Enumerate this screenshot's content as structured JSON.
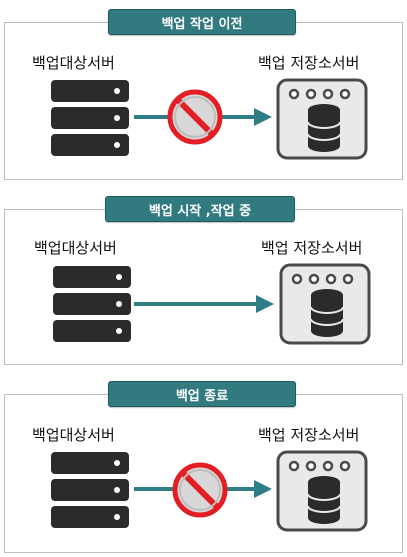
{
  "sections": [
    {
      "title": "백업 작업 이전",
      "source_label": "백업대상서버",
      "target_label": "백업 저장소서버",
      "blocked": true
    },
    {
      "title": "백업 시작 ,작업 중",
      "source_label": "백업대상서버",
      "target_label": "백업 저장소서버",
      "blocked": false
    },
    {
      "title": "백업 종료",
      "source_label": "백업대상서버",
      "target_label": "백업 저장소서버",
      "blocked": true
    }
  ],
  "icons": {
    "source": "server-rack-icon",
    "target": "storage-server-icon",
    "arrow": "arrow-right-icon",
    "blocked": "prohibited-icon"
  },
  "colors": {
    "badge": "#317a80",
    "arrow": "#2f7e86",
    "server": "#2b2b2b",
    "storage_frame": "#4a4a4a",
    "prohibited": "#e31e24"
  }
}
